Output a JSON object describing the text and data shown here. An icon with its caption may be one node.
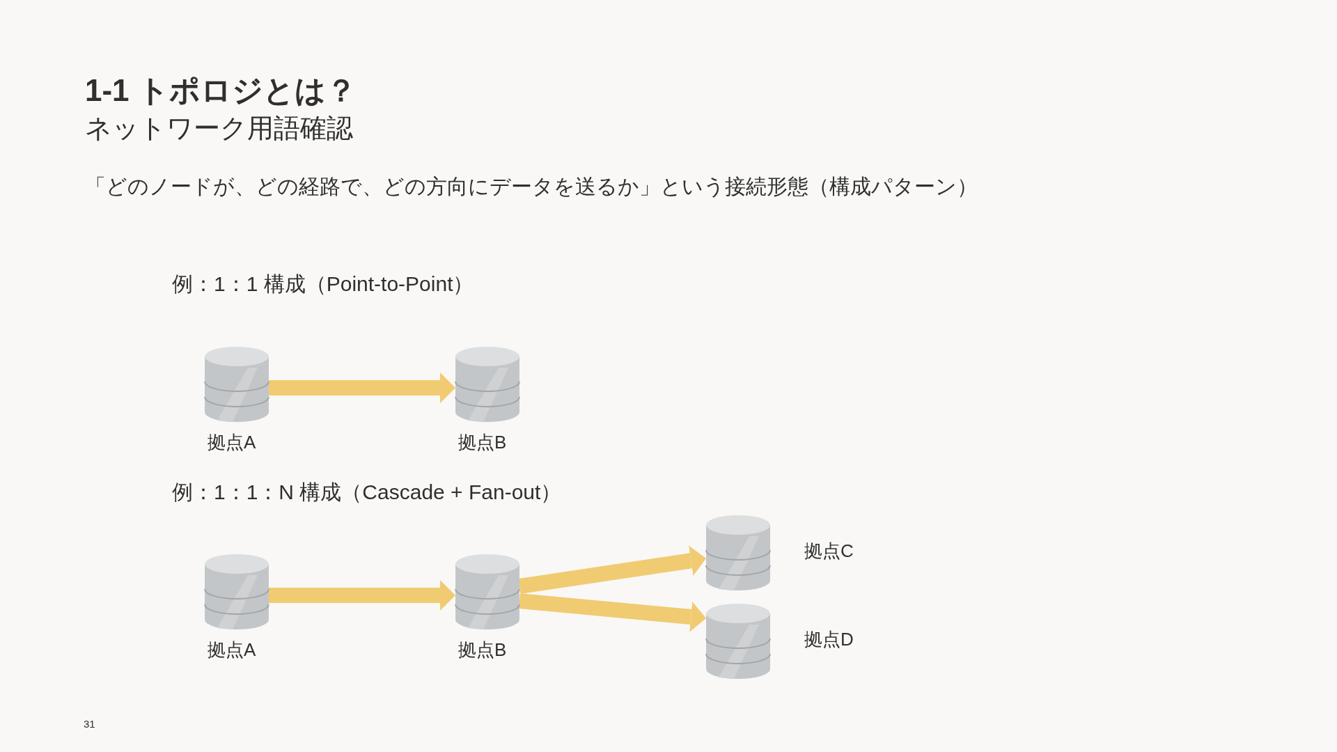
{
  "diagram": {
    "title": "1-1 トポロジとは？",
    "nodes": [
      {
        "text": [],
        "shape": "cylinder",
        "beside": [
          "拠点A"
        ]
      },
      {
        "text": [],
        "shape": "cylinder",
        "beside": [
          "拠点B"
        ]
      },
      {
        "text": [],
        "shape": "cylinder",
        "beside": [
          "拠点A"
        ]
      },
      {
        "text": [],
        "shape": "cylinder",
        "beside": [
          "拠点B"
        ]
      },
      {
        "text": [],
        "shape": "cylinder",
        "beside": [
          "拠点C"
        ]
      },
      {
        "text": [],
        "shape": "cylinder",
        "beside": [
          "拠点D"
        ]
      }
    ],
    "edges": [
      {
        "from": 0,
        "to": 1,
        "arrow": "to"
      },
      {
        "from": 2,
        "to": 3,
        "arrow": "to"
      },
      {
        "from": 3,
        "to": 4,
        "arrow": "to"
      },
      {
        "from": 3,
        "to": 5,
        "arrow": "to"
      }
    ],
    "labels": [
      "ネットワーク用語確認",
      "「どのノードが、どの経路で、どの方向にデータを送るか」という接続形態（構成パターン）",
      "例：1：1 構成（Point-to-Point）",
      "例：1：1：N 構成（Cascade + Fan-out）",
      "31"
    ]
  }
}
